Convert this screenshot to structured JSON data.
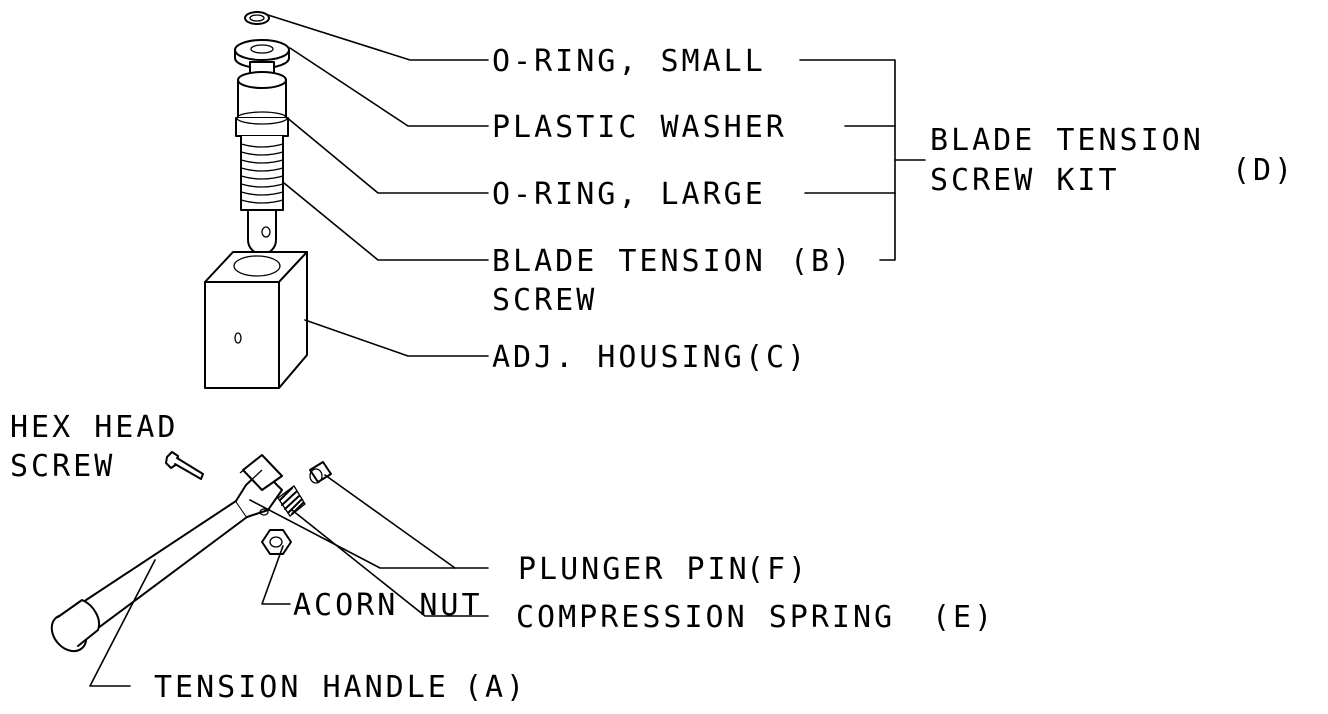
{
  "labels": {
    "o_ring_small": "O-RING, SMALL",
    "plastic_washer": "PLASTIC WASHER",
    "o_ring_large": "O-RING, LARGE",
    "blade_tension_screw_line1": "BLADE TENSION",
    "blade_tension_screw_tag": "(B)",
    "blade_tension_screw_line2": "SCREW",
    "kit_line1": "BLADE TENSION",
    "kit_line2": "SCREW KIT",
    "kit_tag": "(D)",
    "adj_housing": "ADJ. HOUSING",
    "adj_housing_tag": "(C)",
    "hex_head_line1": "HEX HEAD",
    "hex_head_line2": "SCREW",
    "plunger_pin": "PLUNGER PIN",
    "plunger_pin_tag": "(F)",
    "compression_spring": "COMPRESSION SPRING",
    "compression_spring_tag": "(E)",
    "acorn_nut": "ACORN NUT",
    "tension_handle": "TENSION HANDLE",
    "tension_handle_tag": "(A)"
  }
}
